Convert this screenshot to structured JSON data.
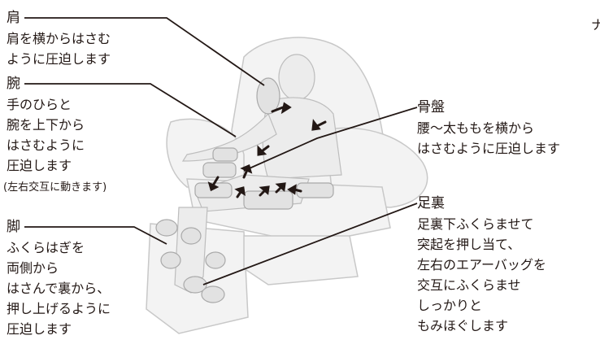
{
  "shoulder": {
    "title": "肩",
    "lines": [
      "肩を横からはさむ",
      "ように圧迫します"
    ]
  },
  "arm": {
    "title": "腕",
    "lines": [
      "手のひらと",
      "腕を上下から",
      "はさむように",
      "圧迫します"
    ],
    "note": "(左右交互に動きます)"
  },
  "leg": {
    "title": "脚",
    "lines": [
      "ふくらはぎを",
      "両側から",
      "はさんで裏から、",
      "押し上げるように",
      "圧迫します"
    ]
  },
  "pelvis": {
    "title": "骨盤",
    "lines": [
      "腰～太ももを横から",
      "はさむように圧迫します"
    ]
  },
  "sole": {
    "title": "足裏",
    "lines": [
      "足裏下ふくらませて",
      "突起を押し当て、",
      "左右のエアーバッグを",
      "交互にふくらませ",
      "しっかりと",
      "もみほぐします"
    ]
  },
  "edge_text": "ナ",
  "colors": {
    "line": "#231815",
    "chair": "#c9c9c9",
    "bag": "#b7b7b7",
    "arrow": "#231815"
  }
}
